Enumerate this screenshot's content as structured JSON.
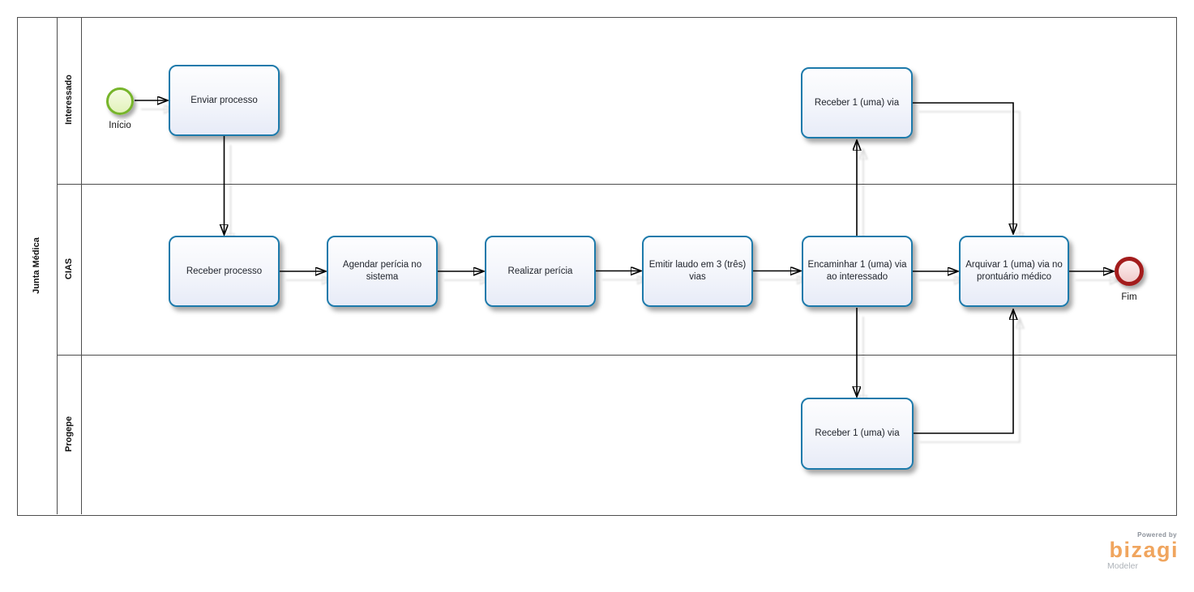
{
  "diagram": {
    "pool_label": "Junta Médica",
    "lanes": [
      {
        "label": "Interessado"
      },
      {
        "label": "CIAS"
      },
      {
        "label": "Progepe"
      }
    ],
    "start_event": {
      "label": "Início"
    },
    "end_event": {
      "label": "Fim"
    },
    "tasks": [
      {
        "label": "Enviar processo",
        "lane": "Interessado"
      },
      {
        "label": "Receber 1 (uma) via",
        "lane": "Interessado"
      },
      {
        "label": "Receber processo",
        "lane": "CIAS"
      },
      {
        "label": "Agendar perícia no sistema",
        "lane": "CIAS"
      },
      {
        "label": "Realizar perícia",
        "lane": "CIAS"
      },
      {
        "label": "Emitir laudo em 3 (três) vias",
        "lane": "CIAS"
      },
      {
        "label": "Encaminhar 1 (uma) via ao interessado",
        "lane": "CIAS"
      },
      {
        "label": "Arquivar 1 (uma) via no prontuário médico",
        "lane": "CIAS"
      },
      {
        "label": "Receber 1 (uma) via",
        "lane": "Progepe"
      }
    ],
    "colors": {
      "task_border": "#1d7aab",
      "start_event_green": "#77b52b",
      "end_event_red": "#a31c1c",
      "lane_line": "#4d4d4d",
      "flow_line": "#000000",
      "brand_orange": "#f0a55e"
    },
    "branding": {
      "powered_by": "Powered by",
      "brand": "bizagi",
      "product": "Modeler"
    }
  }
}
